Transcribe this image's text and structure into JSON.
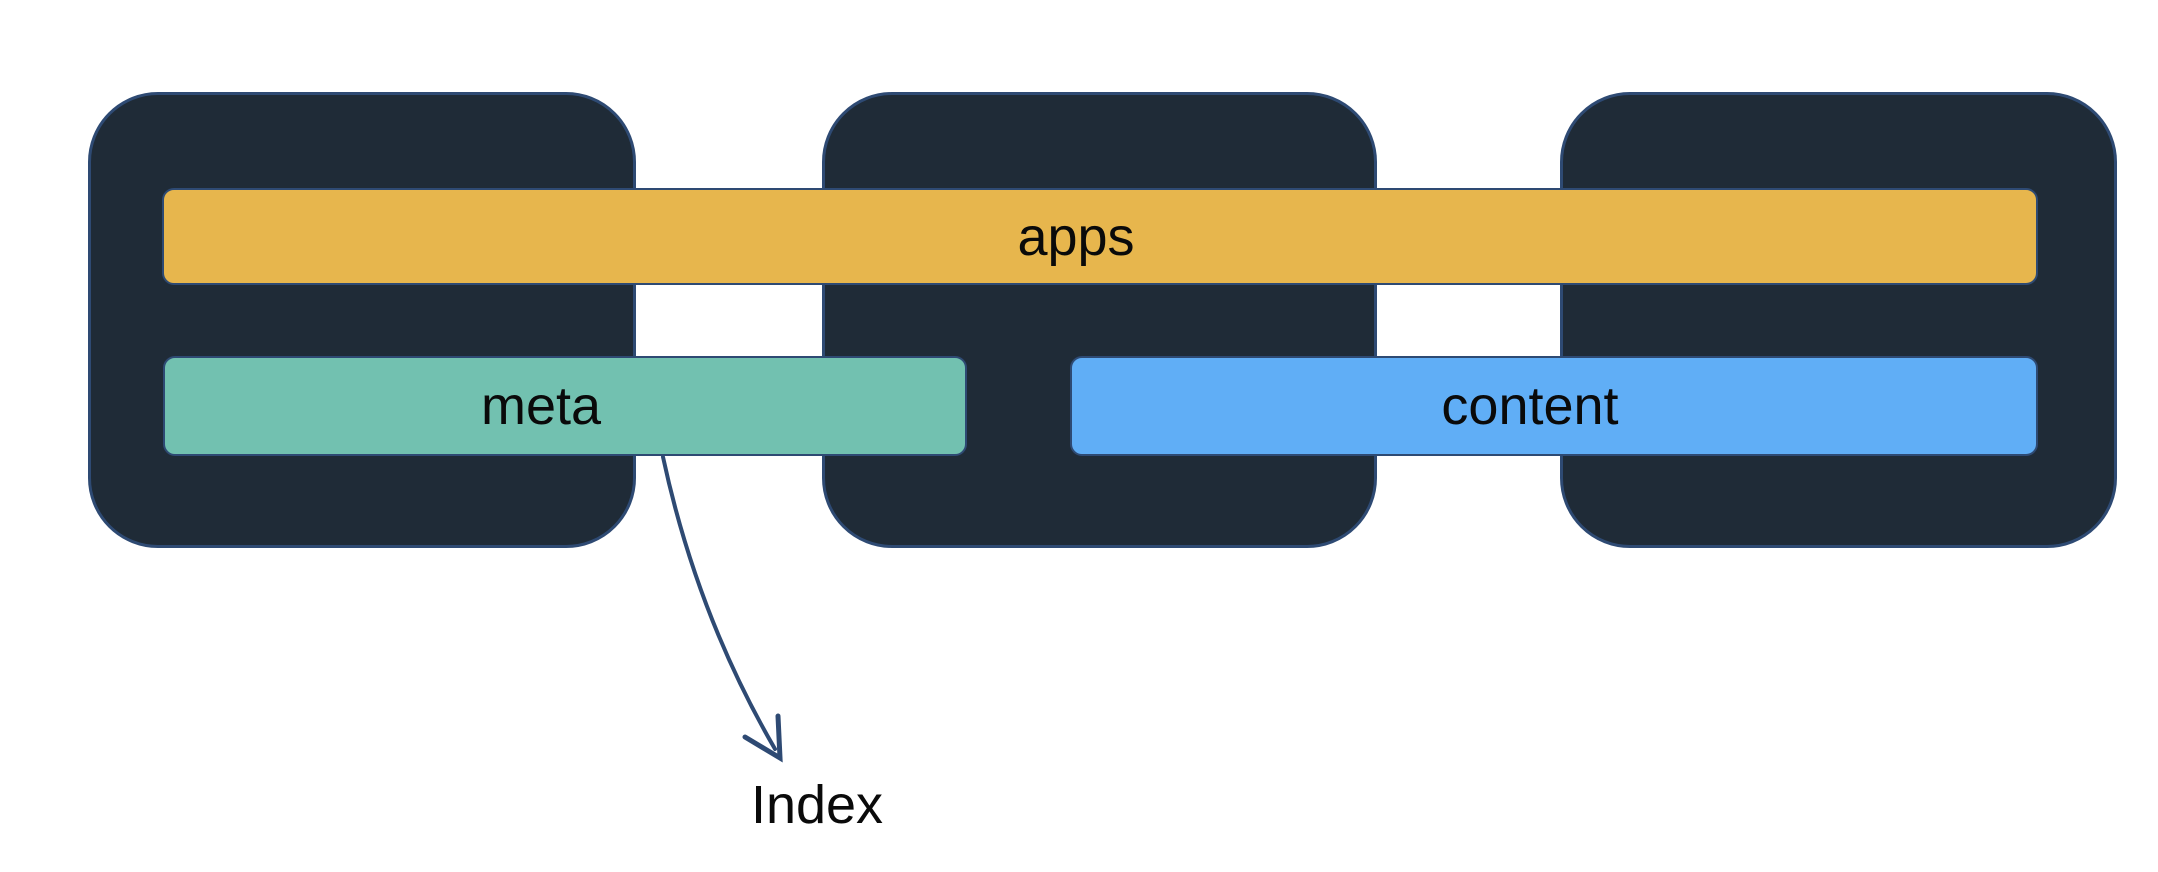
{
  "diagram": {
    "bars": {
      "apps": {
        "label": "apps",
        "color": "#e7b64d"
      },
      "meta": {
        "label": "meta",
        "color": "#72c1b0"
      },
      "content": {
        "label": "content",
        "color": "#60aef6"
      }
    },
    "annotation": {
      "label": "Index"
    },
    "colors": {
      "background": "#ffffff",
      "box_fill": "#1f2b37",
      "box_border": "#2e4a73",
      "arrow": "#2e4a73",
      "text": "#0a0a0a"
    }
  }
}
